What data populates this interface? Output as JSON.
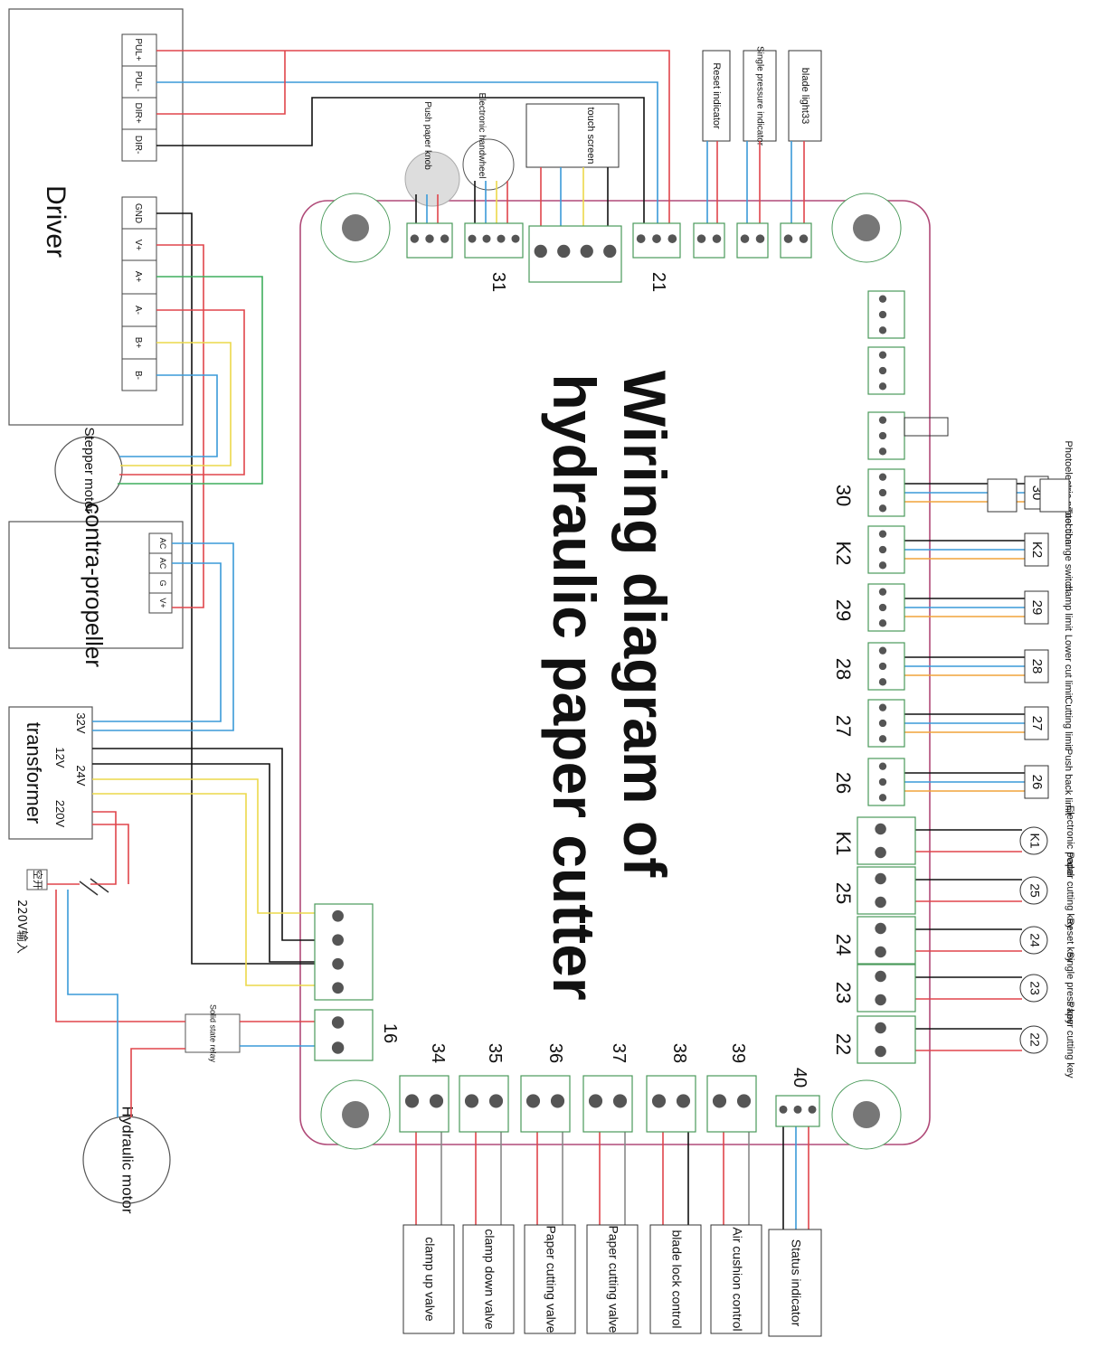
{
  "title": {
    "line1": "Wiring diagram of",
    "line2": "hydraulic paper cutter"
  },
  "colors": {
    "red": "#e0454b",
    "blue": "#3a9ad9",
    "black": "#111111",
    "yellow": "#ecd94a",
    "green": "#3fae5d",
    "orange": "#f0a33a",
    "board_outline": "#b04a78",
    "connector": "#4a9a5a"
  },
  "components": {
    "driver": {
      "label": "Driver",
      "top_pins": [
        "PUL+",
        "PUL-",
        "DIR+",
        "DIR-"
      ],
      "bottom_pins": [
        "GND",
        "V+",
        "A+",
        "A-",
        "B+",
        "B-"
      ]
    },
    "stepper_motor": "Stepper motor",
    "contra_propeller": {
      "label": "contra-propeller",
      "pins": [
        "AC",
        "AC",
        "G",
        "V+"
      ]
    },
    "transformer": {
      "label": "transformer",
      "taps": [
        "32V",
        "12V",
        "24V",
        "220V"
      ]
    },
    "switch_label": "空开",
    "input_label": "220V输入",
    "solid_state_relay": "Solid state relay",
    "hydraulic_motor": "Hydraulic motor"
  },
  "top_devices": {
    "push_paper_knob": "Push paper knob",
    "electronic_handwheel": "Electronic handwheel",
    "touch_screen": "touch screen",
    "reset_indicator": "Reset indicator",
    "single_pressure_indicator": "Single pressure indicator",
    "blade_light": "blade light33"
  },
  "board_numbers": {
    "n31": "31",
    "n21": "21",
    "n16": "16",
    "n30": "30",
    "nK2": "K2",
    "n29": "29",
    "n28": "28",
    "n27": "27",
    "n26": "26",
    "nK1": "K1",
    "n25": "25",
    "n24": "24",
    "n23": "23",
    "n22": "22",
    "n34": "34",
    "n35": "35",
    "n36": "36",
    "n37": "37",
    "n38": "38",
    "n39": "39",
    "n40": "40"
  },
  "right_devices": [
    {
      "tag": "30",
      "label": "Photoelectric protection"
    },
    {
      "tag": "K2",
      "label": "Tool change switch"
    },
    {
      "tag": "29",
      "label": "clamp limit"
    },
    {
      "tag": "28",
      "label": "Lower cut limit"
    },
    {
      "tag": "27",
      "label": "Cutting limit"
    },
    {
      "tag": "26",
      "label": "Push back limit"
    },
    {
      "tag": "K1",
      "label": "Electronic pedal"
    },
    {
      "tag": "25",
      "label": "Paper cutting key"
    },
    {
      "tag": "24",
      "label": "Reset key"
    },
    {
      "tag": "23",
      "label": "Single press key"
    },
    {
      "tag": "22",
      "label": "Paper cutting key"
    }
  ],
  "bottom_devices": [
    "clamp up valve",
    "clamp down valve",
    "Paper cutting valve",
    "Paper cutting valve",
    "blade lock control",
    "Air cushion control",
    "Status indicator"
  ]
}
